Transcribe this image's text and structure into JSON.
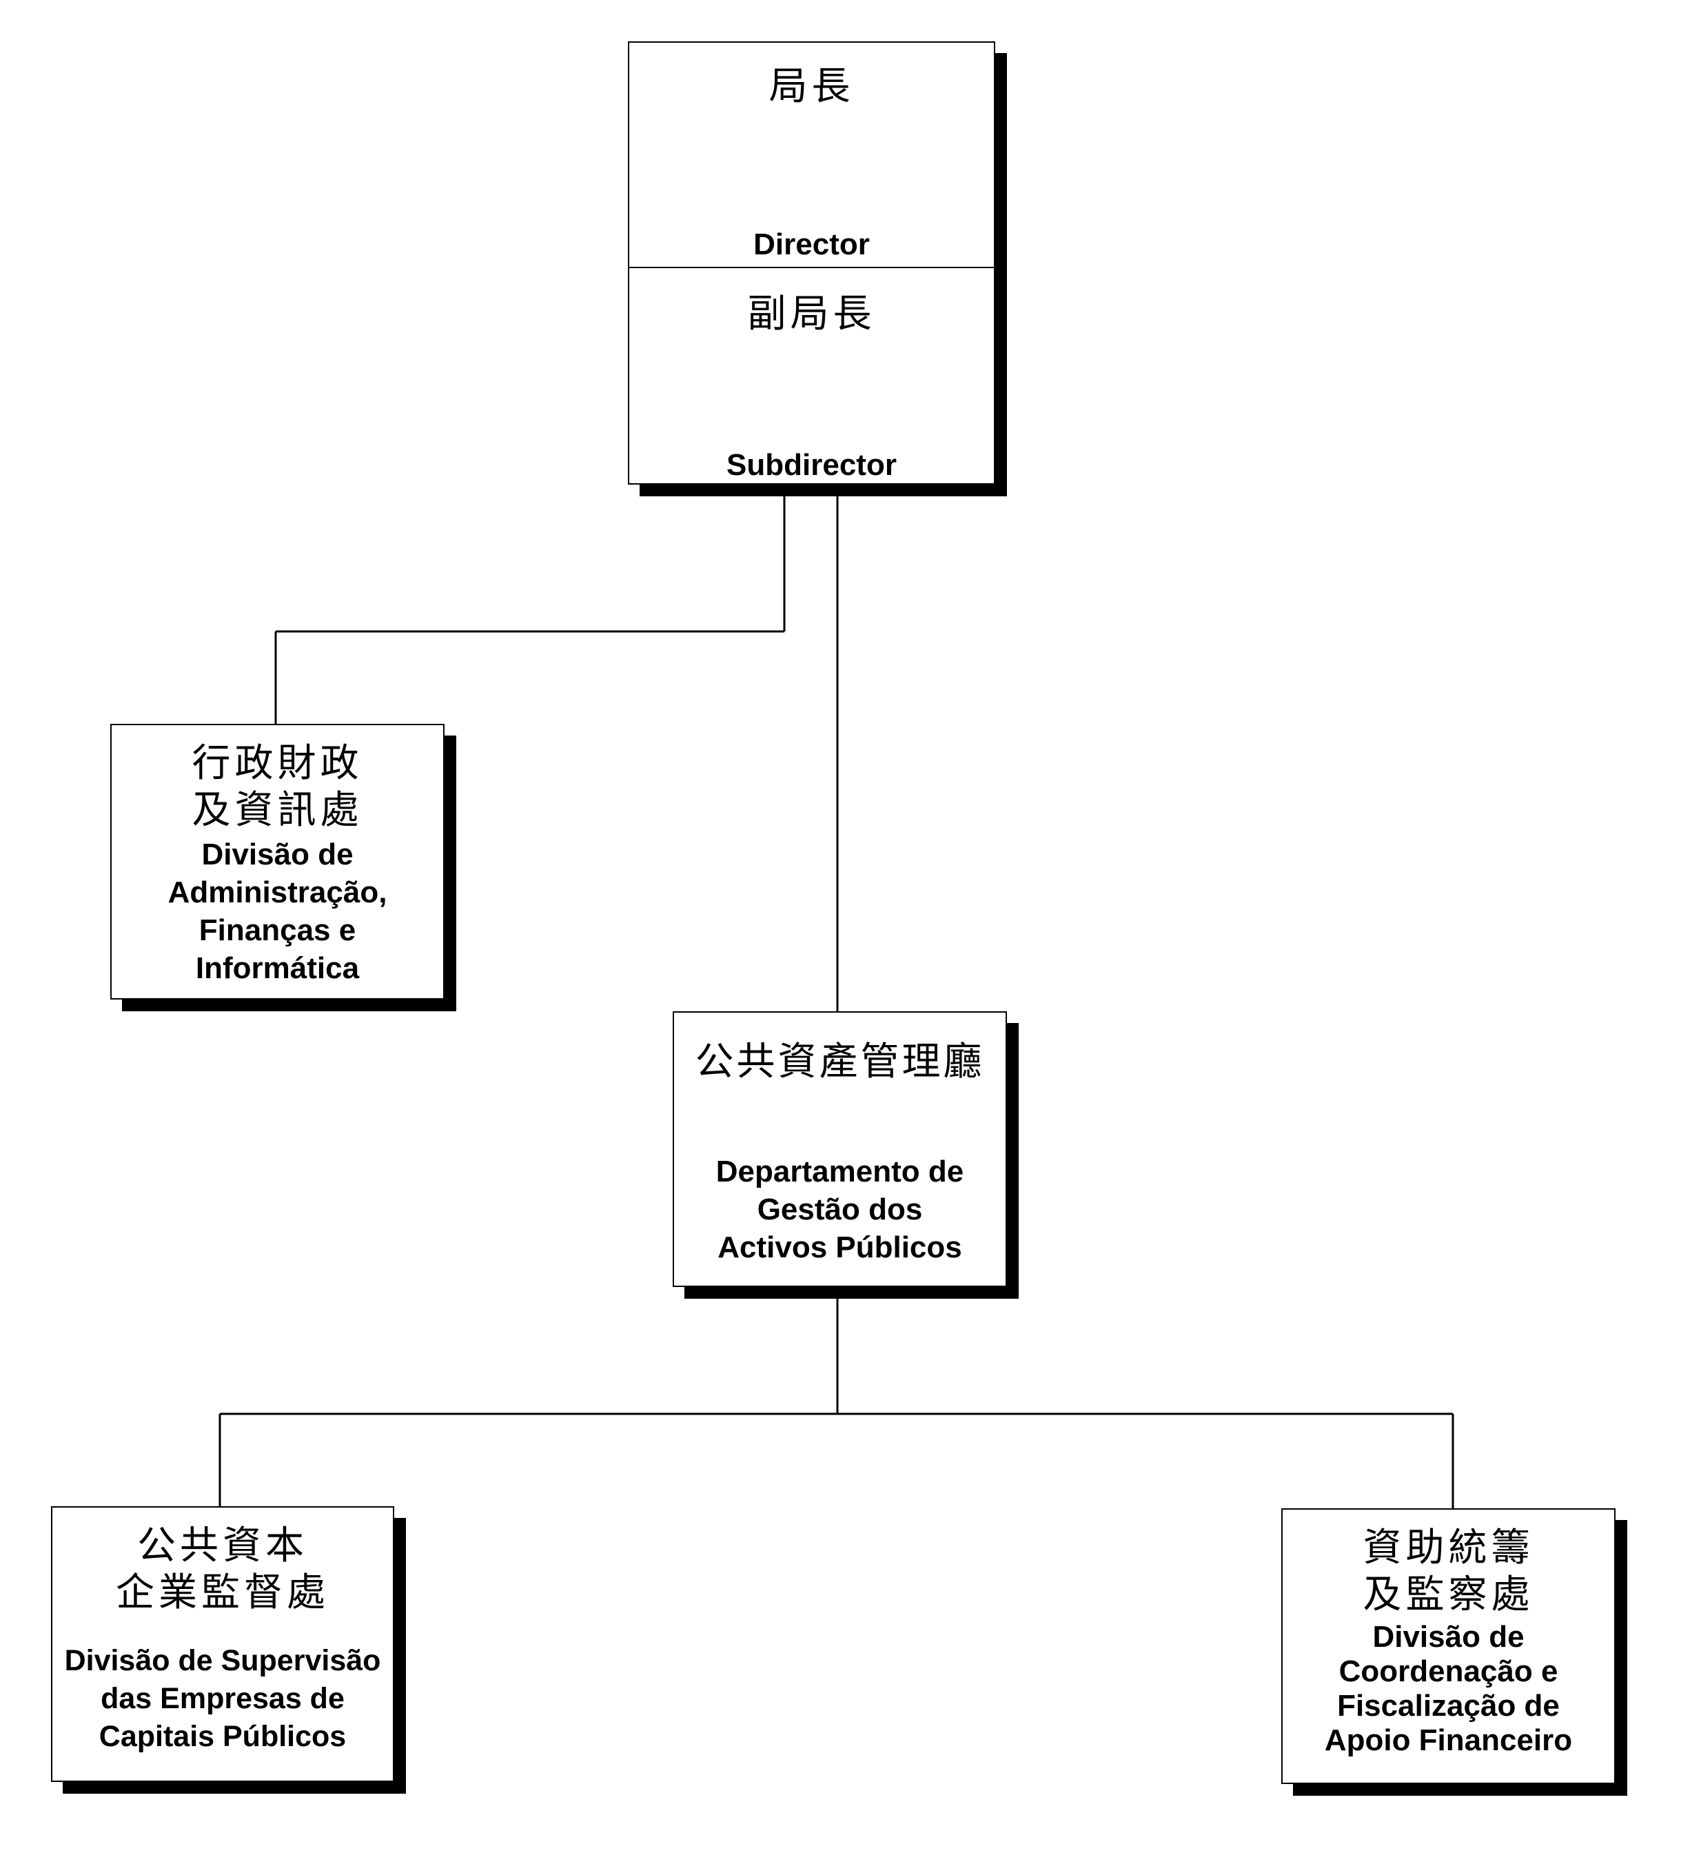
{
  "org_chart": {
    "director": {
      "zh": "局長",
      "pt": "Director"
    },
    "subdirector": {
      "zh": "副局長",
      "pt": "Subdirector"
    },
    "admin_division": {
      "zh": "行政財政\n及資訊處",
      "pt": "Divisão de\nAdministração,\nFinanças e\nInformática"
    },
    "public_assets_department": {
      "zh": "公共資產管理廳",
      "pt": "Departamento de\nGestão dos\nActivos Públicos"
    },
    "supervision_division": {
      "zh": "公共資本\n企業監督處",
      "pt": "Divisão de Supervisão\ndas Empresas de\nCapitais Públicos"
    },
    "coordination_division": {
      "zh": "資助統籌\n及監察處",
      "pt": "Divisão de\nCoordenação e\nFiscalização de\nApoio Financeiro"
    }
  }
}
